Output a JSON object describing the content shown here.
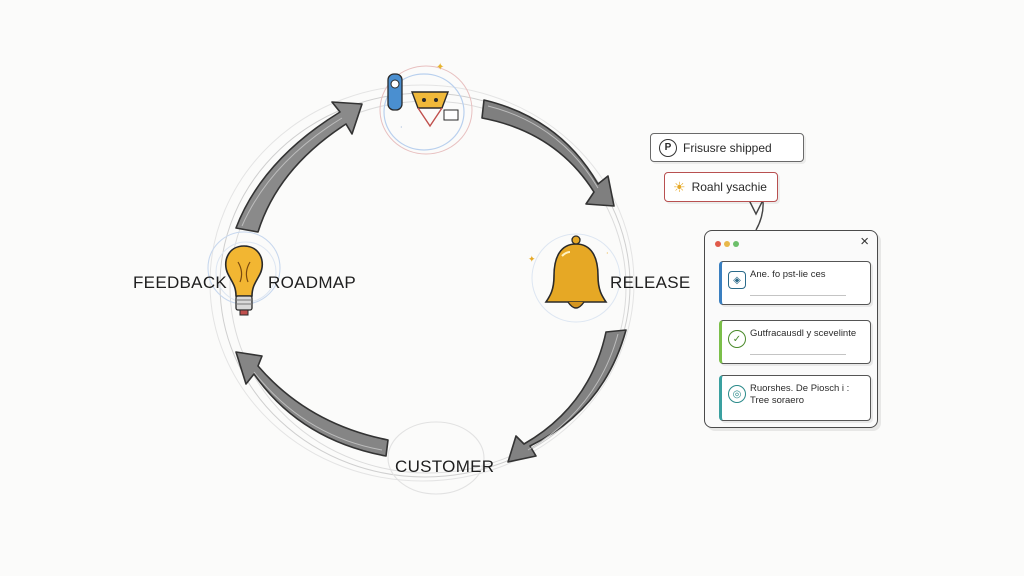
{
  "diagram": {
    "stages": {
      "feedback": "FEEDBACK",
      "roadmap": "ROADMAP",
      "release": "RELEASE",
      "customer": "CUSTOMER"
    },
    "tags": {
      "feature_shipped": "Frisusre shipped",
      "roadmap_update": "Roahl ysachie",
      "feature_icon_letter": "P"
    },
    "panel": {
      "close_glyph": "×",
      "notifications": [
        {
          "text": "Ane. fo pst-lie ces"
        },
        {
          "text": "Gutfracausdl y scevelinte"
        },
        {
          "text": "Ruorshes. De Piosch i :\nTree soraero"
        }
      ]
    },
    "colors": {
      "arrow_fill": "#7a7a7a",
      "bulb": "#f2b632",
      "bell": "#e6a825",
      "accent_red": "#c0504d"
    },
    "icons": [
      "rocket-roadmap-icon",
      "lightbulb-icon",
      "bell-icon",
      "sun-icon",
      "close-icon"
    ]
  }
}
